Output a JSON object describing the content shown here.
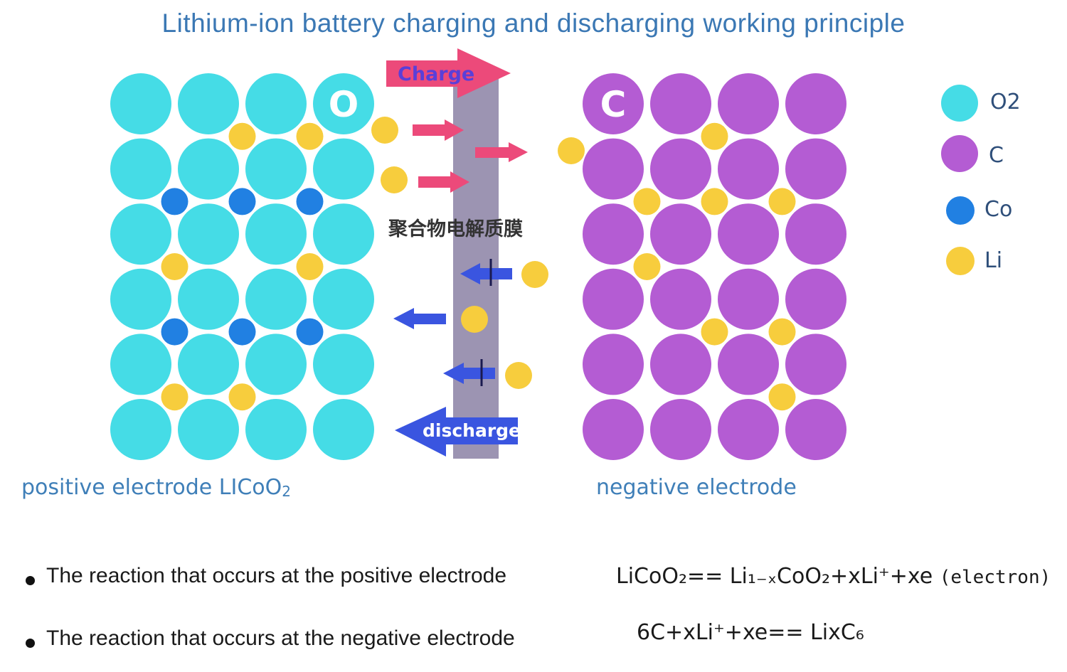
{
  "title": "Lithium-ion battery charging and discharging working principle",
  "colors": {
    "o2": "#45dce6",
    "c": "#b45cd3",
    "co": "#2180e2",
    "li": "#f7cd3d",
    "charge_arrow": "#ec4a7a",
    "discharge_arrow": "#3a55e0",
    "membrane": "#9c94b2",
    "title": "#3b78b4"
  },
  "arrows": {
    "charge_label": "Charge",
    "discharge_label": "discharge"
  },
  "membrane_label": "聚合物电解质膜",
  "positive_grid": {
    "cols": 4,
    "rows": 6,
    "marker_letter": "O",
    "li_sites": [
      [
        1.5,
        0.5
      ],
      [
        2.5,
        0.5
      ],
      [
        0.5,
        2.5
      ],
      [
        2.5,
        2.5
      ],
      [
        0.5,
        4.5
      ],
      [
        1.5,
        4.5
      ]
    ],
    "co_sites": [
      [
        0.5,
        1.5
      ],
      [
        1.5,
        1.5
      ],
      [
        2.5,
        1.5
      ],
      [
        0.5,
        3.5
      ],
      [
        1.5,
        3.5
      ],
      [
        2.5,
        3.5
      ]
    ]
  },
  "negative_grid": {
    "cols": 4,
    "rows": 6,
    "marker_letter": "C",
    "li_sites": [
      [
        1.5,
        0.5
      ],
      [
        0.5,
        1.5
      ],
      [
        1.5,
        1.5
      ],
      [
        2.5,
        1.5
      ],
      [
        0.5,
        2.5
      ],
      [
        1.5,
        3.5
      ],
      [
        2.5,
        3.5
      ],
      [
        2.5,
        4.5
      ]
    ]
  },
  "legend": [
    {
      "key": "o2",
      "label": "O2"
    },
    {
      "key": "c",
      "label": "C"
    },
    {
      "key": "co",
      "label": "Co"
    },
    {
      "key": "li",
      "label": "Li"
    }
  ],
  "labels": {
    "positive_electrode": "positive electrode",
    "positive_formula": "LICoO",
    "positive_formula_sub": "2",
    "negative_electrode": "negative electrode"
  },
  "reactions": [
    {
      "text": "The reaction that occurs at the positive electrode",
      "equation": "LiCoO₂== Li₁₋ₓCoO₂+xLi⁺+xe",
      "equation_note": "(electron)"
    },
    {
      "text": "The reaction that occurs at the negative electrode",
      "equation": "6C+xLi⁺+xe== LixC₆",
      "equation_note": ""
    }
  ]
}
